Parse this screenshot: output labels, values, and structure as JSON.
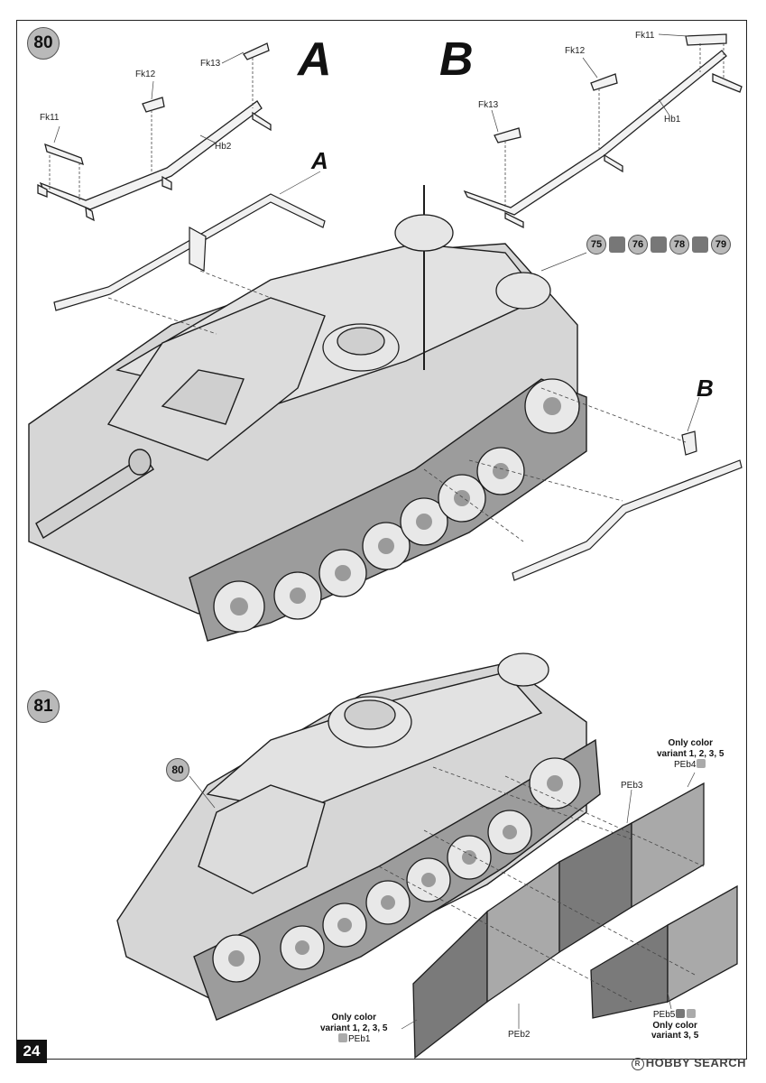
{
  "page": {
    "number": "24"
  },
  "step80": {
    "number": "80",
    "letter_a": "A",
    "letter_b": "B",
    "callout_a": "A",
    "callout_b": "B",
    "parts_a": {
      "fk11": "Fk11",
      "fk12": "Fk12",
      "fk13": "Fk13",
      "hb2": "Hb2"
    },
    "parts_b": {
      "fk11": "Fk11",
      "fk12": "Fk12",
      "fk13": "Fk13",
      "hb1": "Hb1"
    },
    "variant_refs": [
      "75",
      "76",
      "78",
      "79"
    ]
  },
  "step81": {
    "number": "81",
    "ref_step": "80",
    "note_right": {
      "line1": "Only color",
      "line2": "variant 1, 2, 3, 5",
      "part": "PEb4"
    },
    "note_left": {
      "line1": "Only color",
      "line2": "variant 1, 2, 3, 5",
      "part": "PEb1"
    },
    "note_bottom_right": {
      "part": "PEb5",
      "line1": "Only color",
      "line2": "variant 3, 5"
    },
    "label_peb3": "PEb3",
    "label_peb2": "PEb2"
  },
  "watermark": {
    "text": "HOBBY SEARCH",
    "mark": "R"
  },
  "colors": {
    "badge": "#b9b9b9",
    "hull": "#d6d6d6",
    "plate_dark": "#7a7a7a",
    "plate_light": "#a9a9a9"
  }
}
